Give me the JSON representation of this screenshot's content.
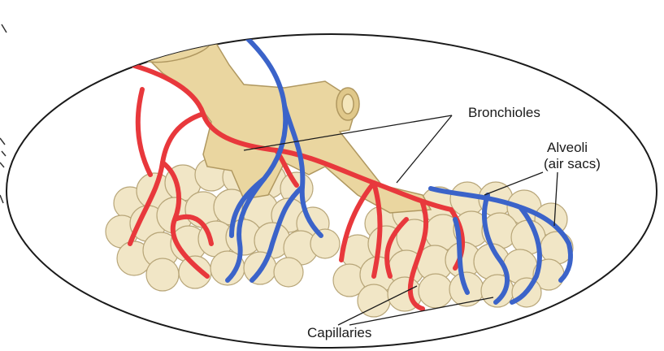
{
  "labels": {
    "bronchioles": "Bronchioles",
    "alveoli": "Alveoli",
    "air_sacs": "(air sacs)",
    "capillaries": "Capillaries"
  },
  "colors": {
    "bronchiole_fill": "#ead6a0",
    "bronchiole_stroke": "#b09860",
    "alveoli_fill": "#f1e6c6",
    "alveoli_stroke": "#b8a679",
    "artery_red": "#e8383c",
    "vein_blue": "#3b63c9",
    "outline": "#1a1a1a"
  }
}
